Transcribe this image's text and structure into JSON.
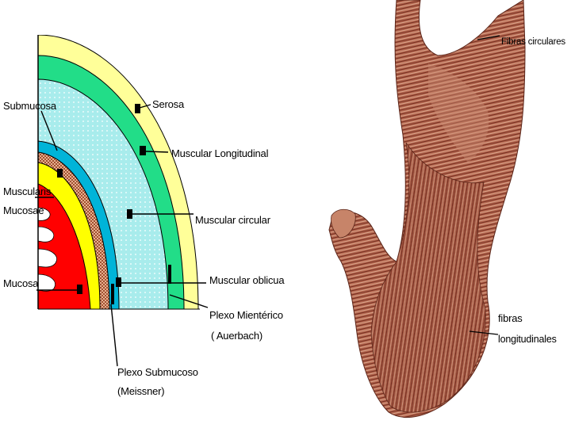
{
  "left_diagram": {
    "labels": {
      "submucosa": "Submucosa",
      "serosa": "Serosa",
      "muscular_longitudinal": "Muscular Longitudinal",
      "muscularis_line1": "Muscularis",
      "muscularis_line2": "Mucosae",
      "muscular_circular": "Muscular circular",
      "mucosa": "Mucosa",
      "muscular_oblicua": "Muscular oblicua",
      "plexo_mienterico_line1": "Plexo Mientérico",
      "plexo_mienterico_line2": "( Auerbach)",
      "plexo_submucoso_line1": "Plexo Submucoso",
      "plexo_submucoso_line2": "(Meissner)"
    },
    "layer_colors": {
      "serosa": "#ffff99",
      "muscular_longitudinal": "#22dd88",
      "muscular_circular": "#a8ecec",
      "muscular_oblicua": "#00b4d8",
      "submucosa": "#ffff00",
      "plexo_band": "#c87850",
      "mucosa": "#ff0000"
    }
  },
  "right_diagram": {
    "labels": {
      "fibras_circulares": "Fibras circulares",
      "fibras_longitudinales_line1": "fibras",
      "fibras_longitudinales_line2": "longitudinales"
    },
    "stomach_color": "#a85a45"
  }
}
